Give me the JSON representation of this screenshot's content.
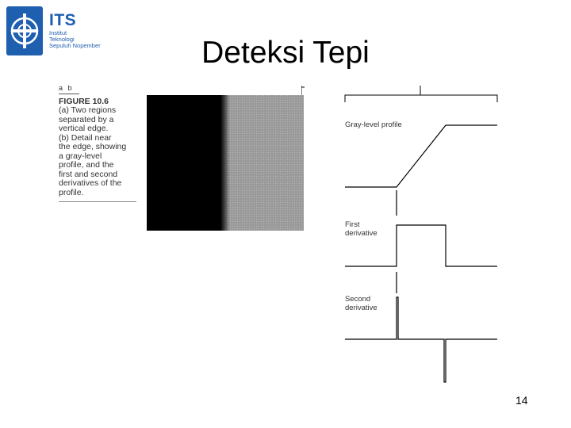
{
  "logo": {
    "name": "ITS",
    "lines": [
      "Institut",
      "Teknologi",
      "Sepuluh Nopember"
    ],
    "color": "#1f5fb0"
  },
  "slide": {
    "title": "Deteksi Tepi",
    "page_number": "14"
  },
  "figure": {
    "panel_labels": "a  b",
    "label": "FIGURE 10.6",
    "caption": "(a) Two regions\nseparated by a\nvertical edge.\n(b) Detail near\nthe edge, showing\na gray-level\nprofile, and the\nfirst and second\nderivatives of the\nprofile.",
    "profile_labels": {
      "gray": "Gray-level profile",
      "first": "First\nderivative",
      "second": "Second\nderivative"
    },
    "image_colors": {
      "dark": "#000000",
      "light": "#9a9a9a"
    }
  }
}
